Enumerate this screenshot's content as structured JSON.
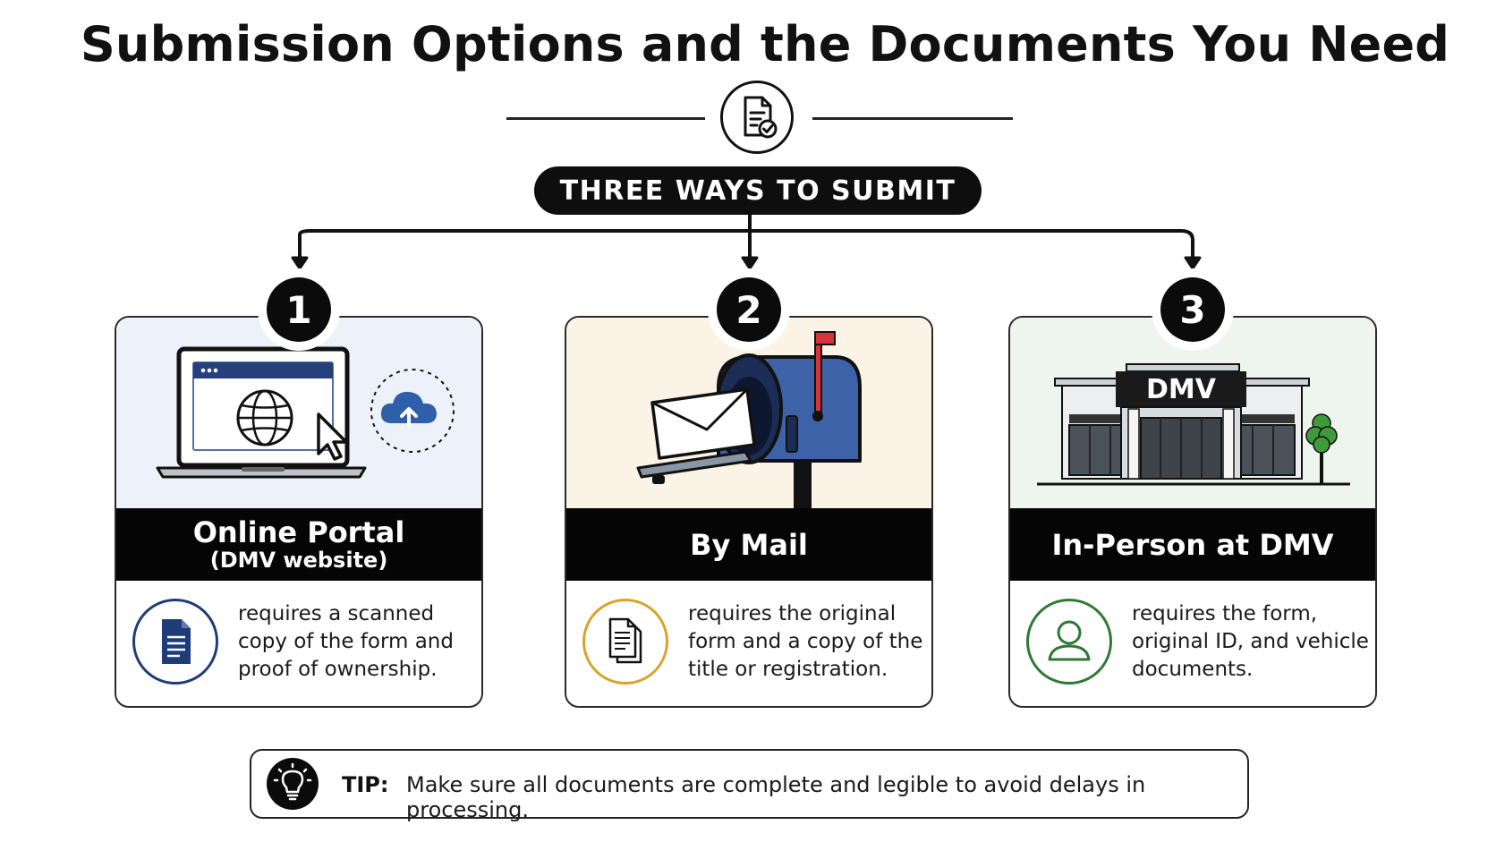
{
  "title": "Submission Options and the Documents You Need",
  "header": "THREE WAYS TO SUBMIT",
  "options": [
    {
      "number": "1",
      "title": "Online Portal",
      "subtitle": "(DMV website)",
      "description": "requires a scanned copy of the form and proof of ownership.",
      "icon": "document-icon",
      "accent": "#1d3c78",
      "panel_bg": "#edf2fa"
    },
    {
      "number": "2",
      "title": "By Mail",
      "subtitle": "",
      "description": "requires the original form and a copy of the title or registration.",
      "icon": "documents-stack-icon",
      "accent": "#d8a528",
      "panel_bg": "#fbf3e6"
    },
    {
      "number": "3",
      "title": "In-Person at DMV",
      "subtitle": "",
      "description": "requires the form, original ID, and vehicle documents.",
      "icon": "person-icon",
      "accent": "#2e7a35",
      "panel_bg": "#eef4ee"
    }
  ],
  "illustrations": {
    "building_sign": "DMV"
  },
  "tip": {
    "label": "TIP:",
    "text": "Make sure all documents are complete and legible to avoid delays in processing."
  },
  "colors": {
    "mailbox_blue": "#3d62a8",
    "cloud_blue": "#2f5fa8",
    "flag_red": "#d8333a",
    "tree_green": "#3f9a3c"
  }
}
